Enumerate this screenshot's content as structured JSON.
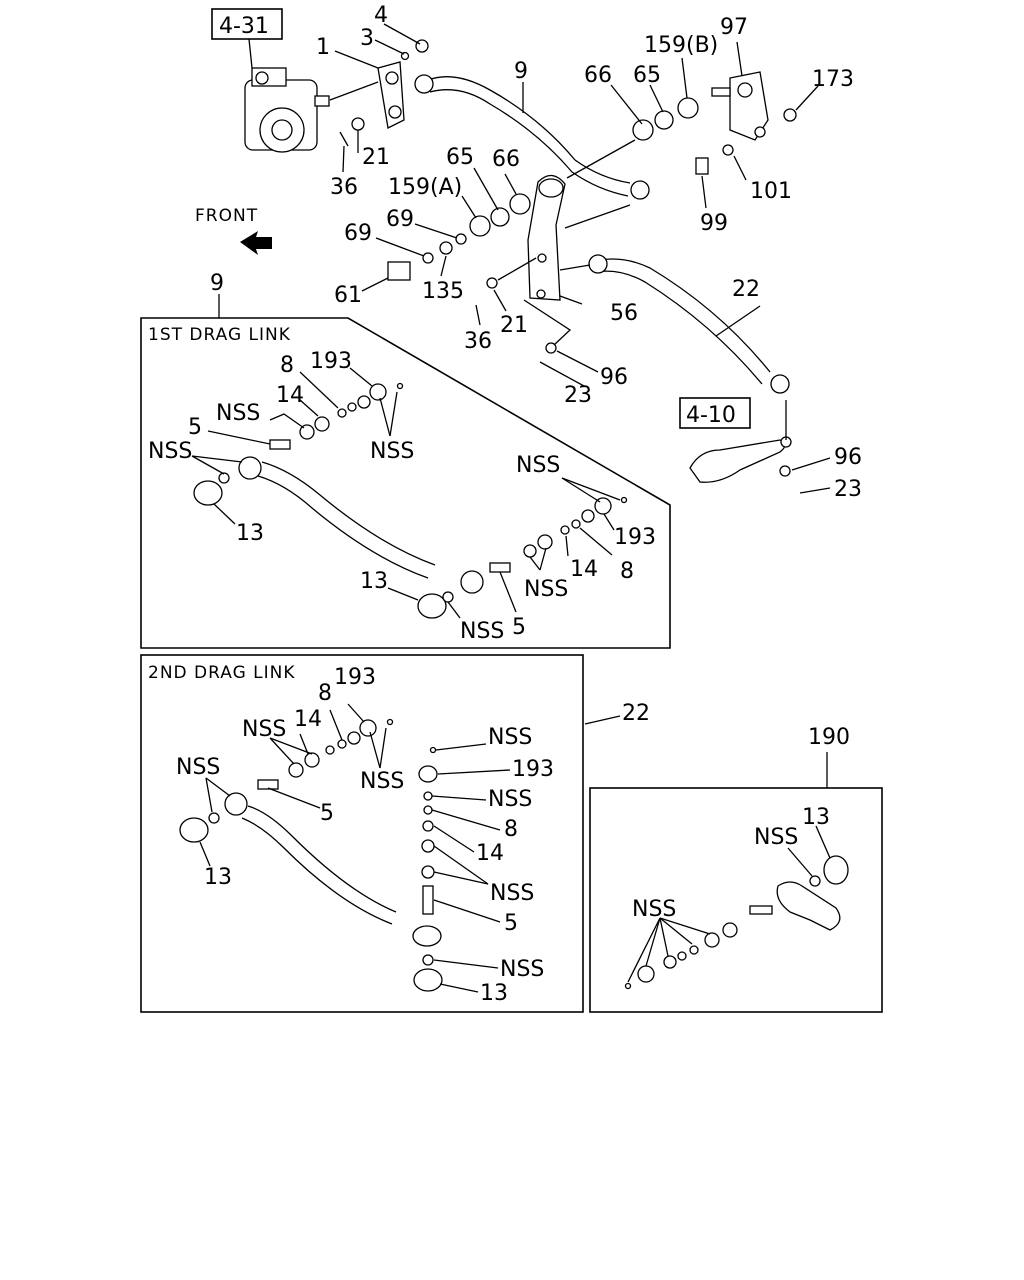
{
  "refs": {
    "r431": "4-31",
    "r410": "4-10"
  },
  "front": "FRONT",
  "panels": {
    "first": "1ST DRAG LINK",
    "second": "2ND DRAG LINK"
  },
  "labels": {
    "top": [
      "4",
      "3",
      "1",
      "9",
      "66",
      "65",
      "159(B)",
      "97",
      "173",
      "21",
      "36",
      "65",
      "66",
      "159(A)",
      "101",
      "69",
      "69",
      "99",
      "61",
      "135",
      "21",
      "56",
      "22",
      "36",
      "96",
      "23",
      "96",
      "23",
      "9"
    ],
    "first": [
      "8",
      "193",
      "14",
      "NSS",
      "NSS",
      "5",
      "NSS",
      "13",
      "NSS",
      "193",
      "8",
      "14",
      "NSS",
      "13",
      "NSS",
      "5"
    ],
    "second": [
      "193",
      "8",
      "14",
      "NSS",
      "NSS",
      "NSS",
      "5",
      "13",
      "NSS",
      "193",
      "NSS",
      "8",
      "14",
      "NSS",
      "5",
      "NSS",
      "13",
      "22"
    ],
    "kit": [
      "190",
      "13",
      "NSS",
      "NSS"
    ]
  }
}
